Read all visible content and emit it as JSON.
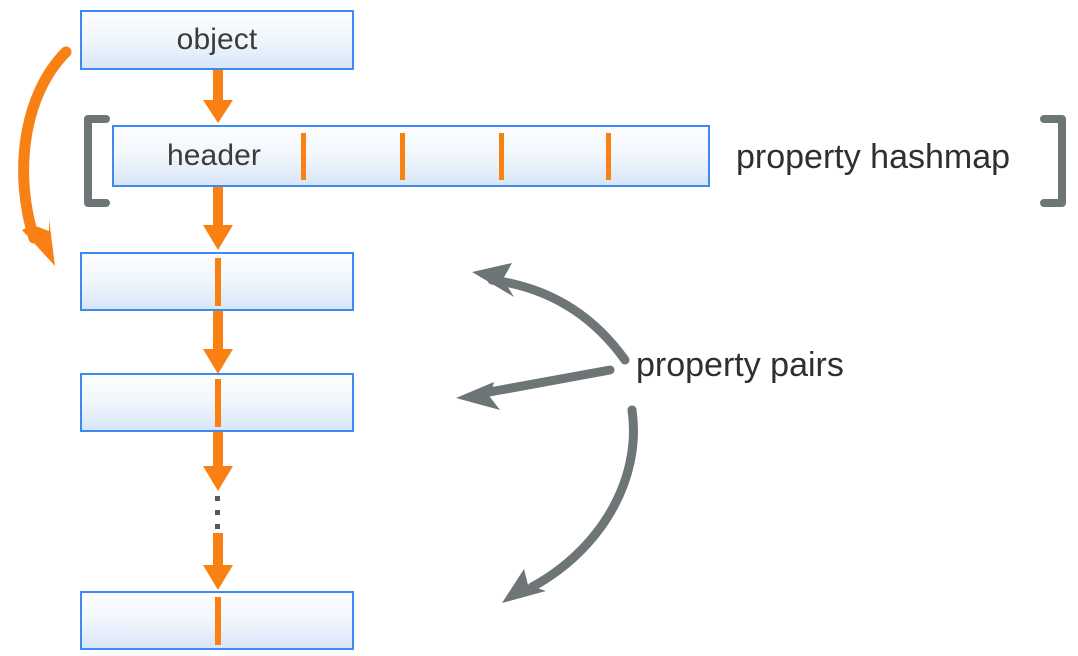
{
  "diagram": {
    "title": "object property hashmap layout",
    "colors": {
      "box_border": "#3d8bf2",
      "box_fill_top": "#fcfdff",
      "box_fill_bottom": "#d9e6f8",
      "orange": "#f98012",
      "gray": "#6e7577",
      "text": "#2f2f2f"
    },
    "nodes": [
      {
        "id": "object",
        "label": "object"
      },
      {
        "id": "header",
        "label": "header"
      },
      {
        "id": "pair1",
        "label": ""
      },
      {
        "id": "pair2",
        "label": ""
      },
      {
        "id": "pairN",
        "label": ""
      }
    ],
    "annotations": [
      {
        "id": "hashmap",
        "label": "property hashmap"
      },
      {
        "id": "pairs",
        "label": "property pairs"
      }
    ],
    "brackets": {
      "left": "[",
      "right": "]"
    },
    "ellipsis": "⋮",
    "hashmap_slots": 4
  }
}
